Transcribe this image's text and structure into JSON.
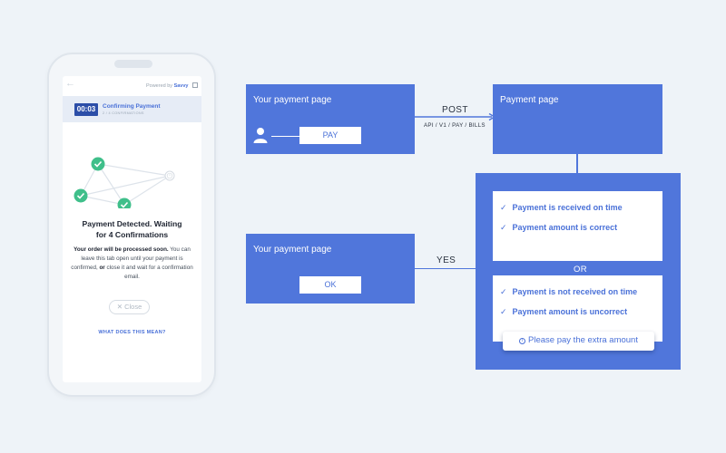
{
  "phone": {
    "powered_by_text": "Powered by",
    "powered_by_brand": "Savvy",
    "timer": "00:03",
    "confirm_title": "Confirming Payment",
    "confirm_subtitle": "2 / 4 CONFIRMATIONS",
    "network_nodes": [
      {
        "id": "n1",
        "status": "confirmed"
      },
      {
        "id": "n2",
        "status": "confirmed"
      },
      {
        "id": "n3",
        "status": "confirmed"
      },
      {
        "id": "n4",
        "status": "pending"
      }
    ],
    "heading_line1": "Payment Detected. Waiting",
    "heading_line2": "for 4 Confirmations",
    "order_bold": "Your order will be processed soon.",
    "order_rest1": " You can leave this tab open until your payment is confirmed,",
    "order_or": " or",
    "order_rest2": " close it and wait for a confirmation email.",
    "close_label": "Close",
    "what_link": "WHAT DOES THIS MEAN?"
  },
  "diagram": {
    "box_left_top_title": "Your payment page",
    "pay_button": "PAY",
    "post_label": "POST",
    "api_path": "API / V1 / PAY / BILLS",
    "box_right_top_title": "Payment page",
    "case_a": [
      "Payment is received on time",
      "Payment amount is correct"
    ],
    "or_label": "OR",
    "case_b": [
      "Payment is not received on time",
      "Payment amount is uncorrect"
    ],
    "extra_amount": "Please pay the extra amount",
    "yes_label": "YES",
    "box_left_bottom_title": "Your payment page",
    "ok_button": "OK"
  },
  "colors": {
    "accent": "#5076db",
    "background": "#eef3f8",
    "timer": "#2c4ea8",
    "check_green": "#3fbf8a"
  }
}
